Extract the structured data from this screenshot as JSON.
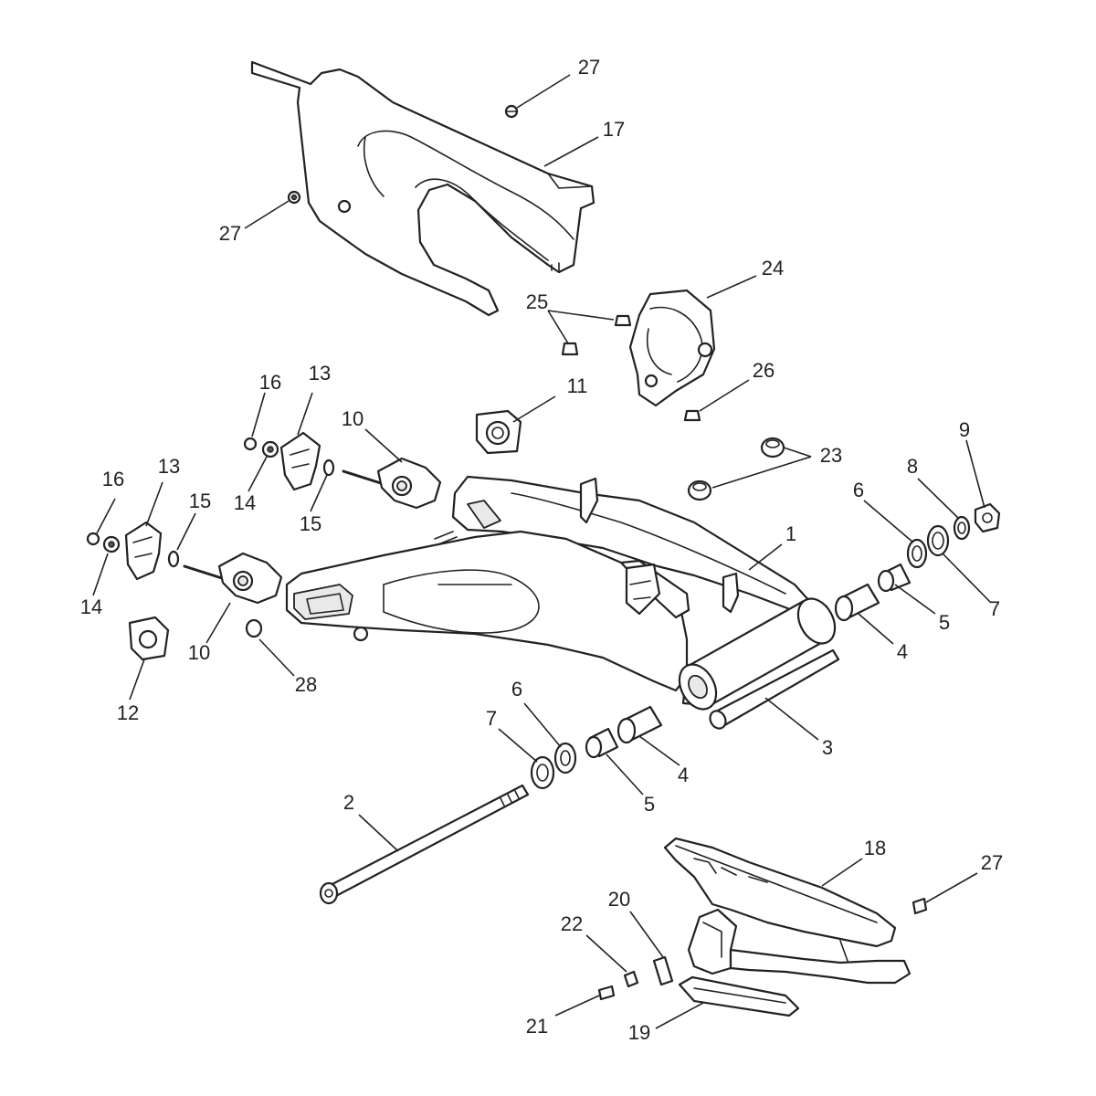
{
  "callouts": [
    {
      "id": "c1",
      "label": "1"
    },
    {
      "id": "c2",
      "label": "2"
    },
    {
      "id": "c3",
      "label": "3"
    },
    {
      "id": "c4a",
      "label": "4"
    },
    {
      "id": "c4b",
      "label": "4"
    },
    {
      "id": "c5a",
      "label": "5"
    },
    {
      "id": "c5b",
      "label": "5"
    },
    {
      "id": "c6a",
      "label": "6"
    },
    {
      "id": "c6b",
      "label": "6"
    },
    {
      "id": "c7a",
      "label": "7"
    },
    {
      "id": "c7b",
      "label": "7"
    },
    {
      "id": "c8",
      "label": "8"
    },
    {
      "id": "c9",
      "label": "9"
    },
    {
      "id": "c10a",
      "label": "10"
    },
    {
      "id": "c10b",
      "label": "10"
    },
    {
      "id": "c11",
      "label": "11"
    },
    {
      "id": "c12",
      "label": "12"
    },
    {
      "id": "c13a",
      "label": "13"
    },
    {
      "id": "c13b",
      "label": "13"
    },
    {
      "id": "c14a",
      "label": "14"
    },
    {
      "id": "c14b",
      "label": "14"
    },
    {
      "id": "c15a",
      "label": "15"
    },
    {
      "id": "c15b",
      "label": "15"
    },
    {
      "id": "c16a",
      "label": "16"
    },
    {
      "id": "c16b",
      "label": "16"
    },
    {
      "id": "c17",
      "label": "17"
    },
    {
      "id": "c18",
      "label": "18"
    },
    {
      "id": "c19",
      "label": "19"
    },
    {
      "id": "c20",
      "label": "20"
    },
    {
      "id": "c21",
      "label": "21"
    },
    {
      "id": "c22",
      "label": "22"
    },
    {
      "id": "c23",
      "label": "23"
    },
    {
      "id": "c24",
      "label": "24"
    },
    {
      "id": "c25",
      "label": "25"
    },
    {
      "id": "c26",
      "label": "26"
    },
    {
      "id": "c27a",
      "label": "27"
    },
    {
      "id": "c27b",
      "label": "27"
    },
    {
      "id": "c27c",
      "label": "27"
    },
    {
      "id": "c28",
      "label": "28"
    }
  ]
}
